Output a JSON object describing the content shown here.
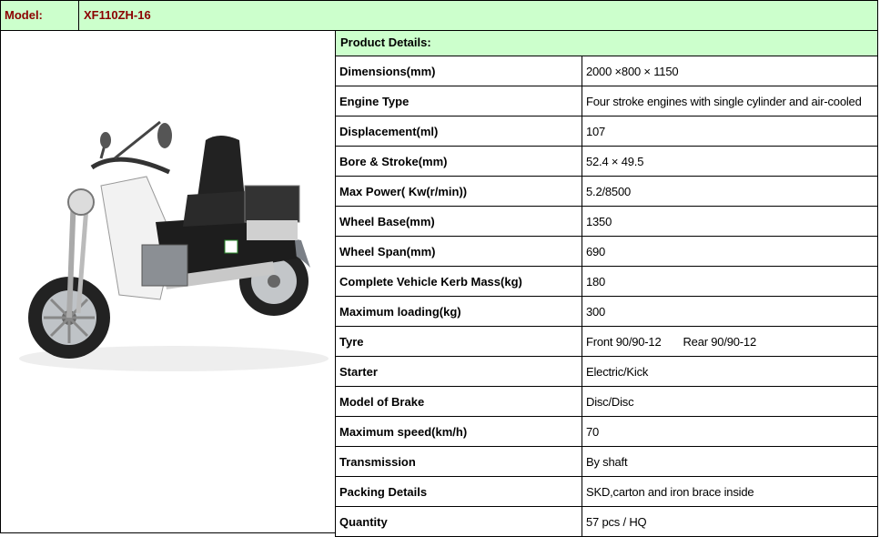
{
  "model": {
    "label": "Model:",
    "value": "XF110ZH-16"
  },
  "details_header": "Product Details:",
  "specs": [
    {
      "key": "Dimensions(mm)",
      "value": "2000 ×800 × 1150"
    },
    {
      "key": "Engine Type",
      "value": "Four stroke engines with single cylinder and air-cooled"
    },
    {
      "key": "Displacement(ml)",
      "value": "107"
    },
    {
      "key": "Bore & Stroke(mm)",
      "value": "52.4 × 49.5"
    },
    {
      "key": "Max Power( Kw(r/min))",
      "value": "5.2/8500"
    },
    {
      "key": "Wheel Base(mm)",
      "value": "1350"
    },
    {
      "key": "Wheel Span(mm)",
      "value": "690"
    },
    {
      "key": "Complete Vehicle Kerb Mass(kg)",
      "value": "180"
    },
    {
      "key": "Maximum loading(kg)",
      "value": "300"
    },
    {
      "key": "Tyre",
      "value": "Front 90/90-12",
      "value2": "Rear 90/90-12"
    },
    {
      "key": "Starter",
      "value": "Electric/Kick"
    },
    {
      "key": "Model of Brake",
      "value": "Disc/Disc"
    },
    {
      "key": "Maximum speed(km/h)",
      "value": "70"
    },
    {
      "key": "Transmission",
      "value": "By shaft"
    },
    {
      "key": "Packing Details",
      "value": "SKD,carton and iron brace inside"
    },
    {
      "key": "Quantity",
      "value": "57 pcs / HQ"
    }
  ],
  "colors": {
    "header_bg": "#ccffcc",
    "model_text": "#8b0000"
  },
  "image": {
    "subject": "three-wheel motorcycle with seat and rear box"
  }
}
